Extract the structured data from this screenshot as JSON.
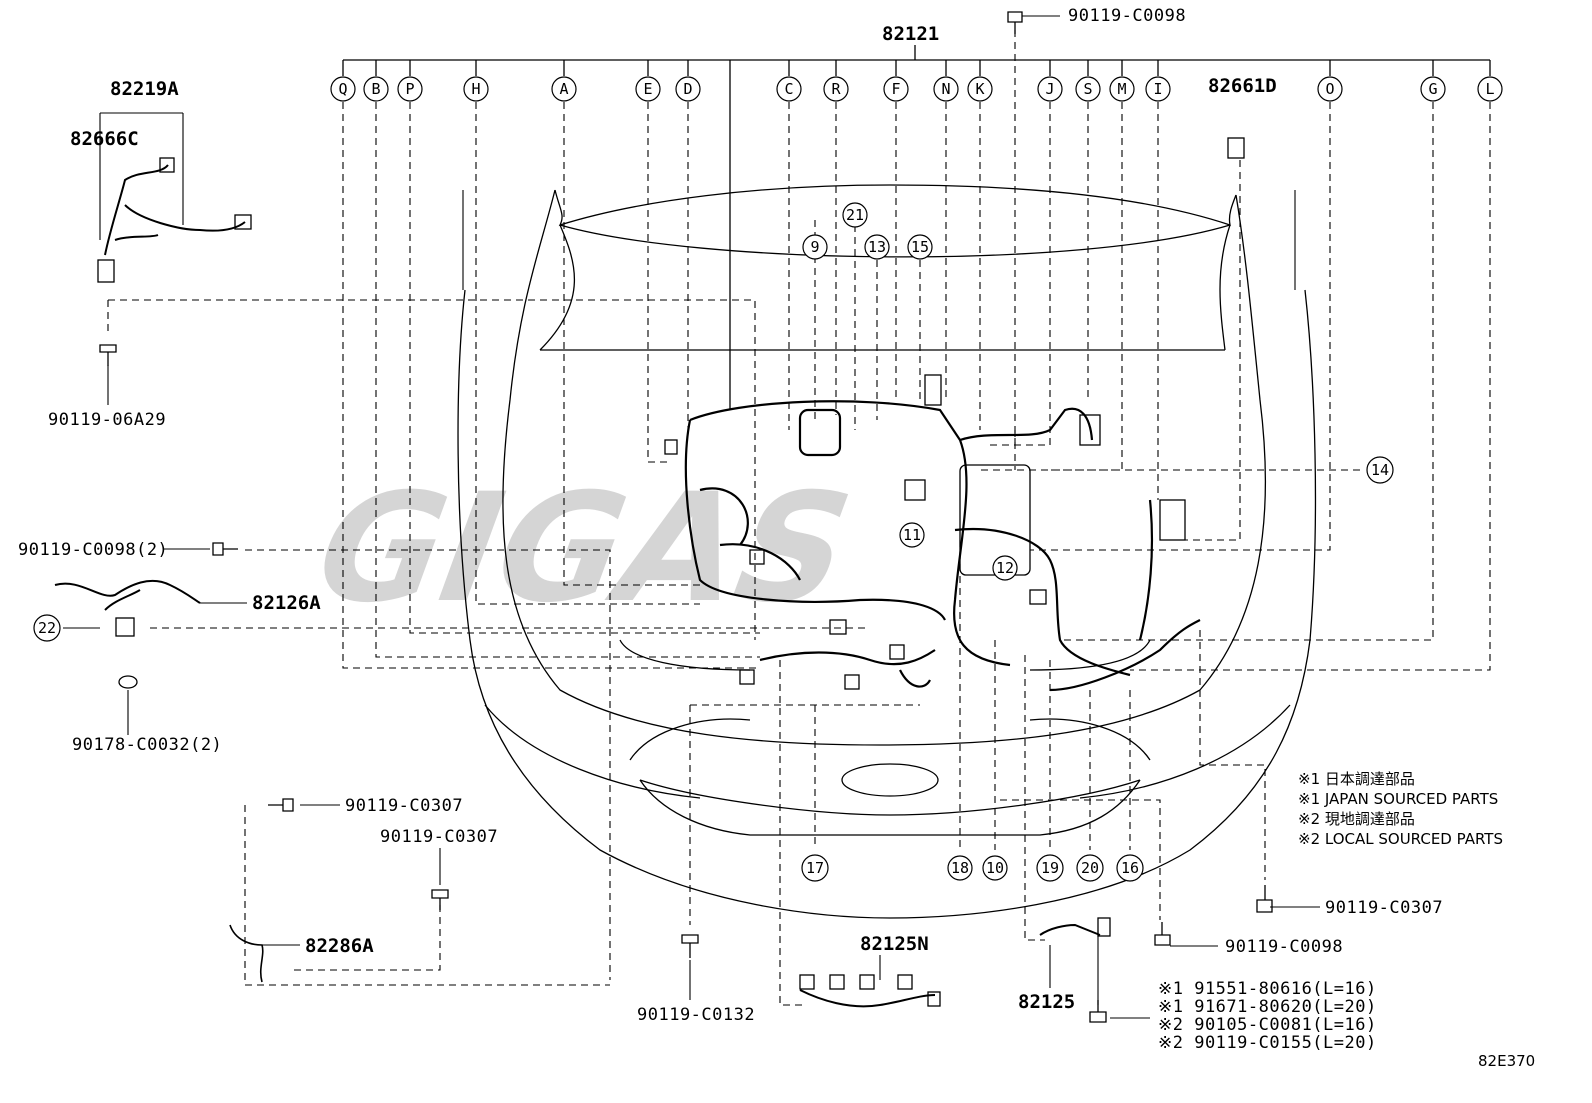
{
  "harness_main": "82121",
  "bolt_top": "90119-C0098",
  "letter_callouts": [
    "Q",
    "B",
    "P",
    "H",
    "A",
    "E",
    "D",
    "C",
    "R",
    "F",
    "N",
    "K",
    "J",
    "S",
    "M",
    "I",
    "O",
    "G",
    "L"
  ],
  "num_callouts": [
    "21",
    "9",
    "13",
    "15",
    "14",
    "11",
    "12",
    "22",
    "17",
    "18",
    "10",
    "19",
    "20",
    "16"
  ],
  "parts_left": {
    "p82219A": "82219A",
    "p82666C": "82666C",
    "bolt_06A29": "90119-06A29",
    "bolt_C0098_2": "90119-C0098(2)",
    "p82126A": "82126A",
    "clip_C0032": "90178-C0032(2)",
    "bolt_C0307_a": "90119-C0307",
    "bolt_C0307_b": "90119-C0307",
    "p82286A": "82286A",
    "bolt_C0132": "90119-C0132"
  },
  "parts_right": {
    "p82661D": "82661D",
    "p82125N": "82125N",
    "p82125": "82125",
    "bolt_C0307_c": "90119-C0307",
    "bolt_C0098_b": "90119-C0098"
  },
  "notes": [
    "※1 日本調達部品",
    "※1 JAPAN SOURCED PARTS",
    "※2 現地調達部品",
    "※2 LOCAL SOURCED PARTS"
  ],
  "bolt_list": [
    "※1 91551-80616(L=16)",
    "※1 91671-80620(L=20)",
    "※2 90105-C0081(L=16)",
    "※2 90119-C0155(L=20)"
  ],
  "diagram_code": "82E370",
  "watermark": "GIGAS",
  "colors": {
    "line": "#000000",
    "watermark": "#c8c8c8",
    "background": "#ffffff"
  }
}
